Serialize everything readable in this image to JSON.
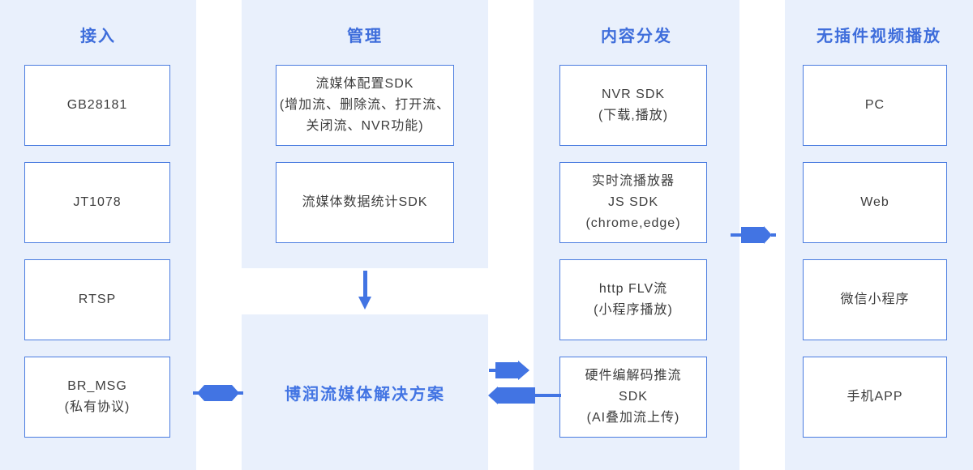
{
  "colors": {
    "panel_background": "#e9f0fc",
    "accent_blue": "#4274e3",
    "title_blue": "#3e6ddb",
    "box_border_blue": "#4a7ce0",
    "box_text": "#3d3d3d",
    "box_background": "#ffffff"
  },
  "columns": [
    {
      "title": "接入",
      "boxes": [
        {
          "lines": [
            "GB28181"
          ]
        },
        {
          "lines": [
            "JT1078"
          ]
        },
        {
          "lines": [
            "RTSP"
          ]
        },
        {
          "lines": [
            "BR_MSG",
            "(私有协议)"
          ]
        }
      ]
    },
    {
      "title": "管理",
      "boxes": [
        {
          "lines": [
            "流媒体配置SDK",
            "(增加流、删除流、打开流、",
            "关闭流、NVR功能)"
          ]
        },
        {
          "lines": [
            "流媒体数据统计SDK"
          ]
        }
      ]
    },
    {
      "title": "内容分发",
      "boxes": [
        {
          "lines": [
            "NVR SDK",
            "(下载,播放)"
          ]
        },
        {
          "lines": [
            "实时流播放器",
            "JS SDK",
            "(chrome,edge)"
          ]
        },
        {
          "lines": [
            "http FLV流",
            "(小程序播放)"
          ]
        },
        {
          "lines": [
            "硬件编解码推流",
            "SDK",
            "(AI叠加流上传)"
          ]
        }
      ]
    },
    {
      "title": "无插件视频播放",
      "boxes": [
        {
          "lines": [
            "PC"
          ]
        },
        {
          "lines": [
            "Web"
          ]
        },
        {
          "lines": [
            "微信小程序"
          ]
        },
        {
          "lines": [
            "手机APP"
          ]
        }
      ]
    }
  ],
  "solution": {
    "label": "博润流媒体解决方案"
  },
  "arrows": {
    "access_solution": "bidirectional",
    "management_to_solution": "down",
    "solution_to_distribution": "right",
    "distribution_to_solution": "left",
    "distribution_to_playback": "right"
  }
}
